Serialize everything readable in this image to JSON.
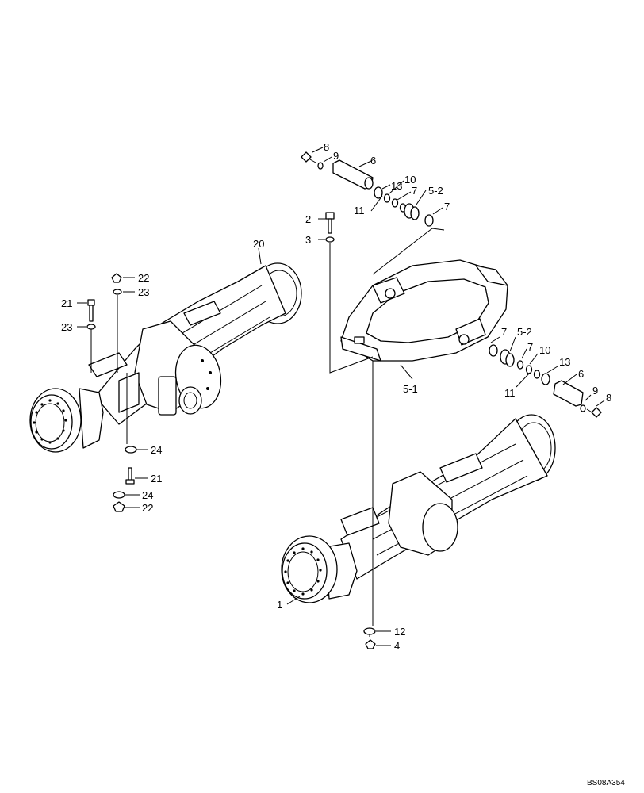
{
  "diagram": {
    "reference_code": "BS08A354",
    "callouts": {
      "c1": "1",
      "c2": "2",
      "c3": "3",
      "c4": "4",
      "c5_1": "5-1",
      "c5_2a": "5-2",
      "c5_2b": "5-2",
      "c6a": "6",
      "c6b": "6",
      "c7a": "7",
      "c7b": "7",
      "c7c": "7",
      "c7d": "7",
      "c8a": "8",
      "c8b": "8",
      "c9a": "9",
      "c9b": "9",
      "c10a": "10",
      "c10b": "10",
      "c11a": "11",
      "c11b": "11",
      "c12": "12",
      "c13a": "13",
      "c13b": "13",
      "c20": "20",
      "c21a": "21",
      "c21b": "21",
      "c22a": "22",
      "c22b": "22",
      "c23a": "23",
      "c23b": "23",
      "c24a": "24",
      "c24b": "24"
    }
  }
}
